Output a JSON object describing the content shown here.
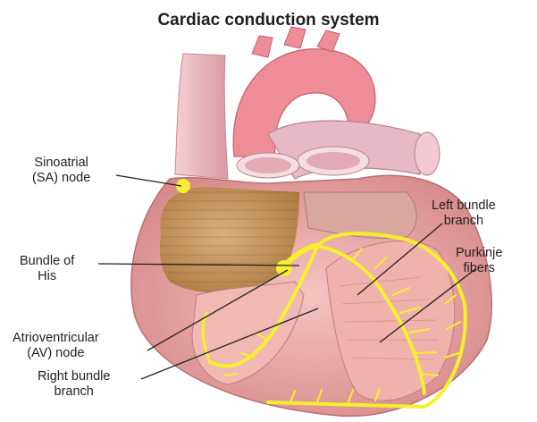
{
  "title": "Cardiac conduction system",
  "labels": {
    "sa_node": "Sinoatrial\n(SA) node",
    "bundle_of_his": "Bundle of\nHis",
    "av_node": "Atrioventricular\n(AV) node",
    "right_bundle_branch": "Right bundle\nbranch",
    "left_bundle_branch": "Left bundle\nbranch",
    "purkinje_fibers": "Purkinje\nfibers"
  },
  "colors": {
    "conduction": "#f5ef2e",
    "myocardium": "#e9a8a8",
    "vessel": "#e8b9c0",
    "atrium_wall": "#c89a62"
  }
}
